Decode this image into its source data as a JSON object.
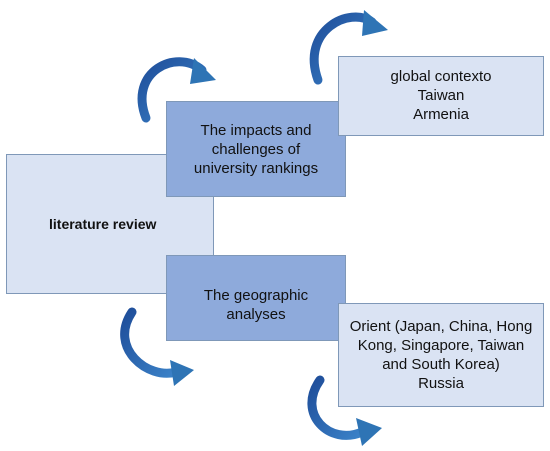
{
  "literature_review": {
    "label": "literature review"
  },
  "branches": [
    {
      "label_lines": [
        "The impacts and",
        "challenges of",
        "university rankings"
      ]
    },
    {
      "label_lines": [
        "The geographic",
        "analyses"
      ]
    }
  ],
  "details": [
    {
      "lines": [
        "global contexto",
        "Taiwan",
        "Armenia"
      ]
    },
    {
      "lines": [
        "Orient (Japan, China, Hong",
        "Kong, Singapore, Taiwan",
        "and South Korea)",
        "Russia"
      ]
    }
  ],
  "colors": {
    "arrow": "#2e74b5",
    "light_fill": "#dae3f3",
    "mid_fill": "#8eaadb",
    "border": "#7f98b8"
  }
}
